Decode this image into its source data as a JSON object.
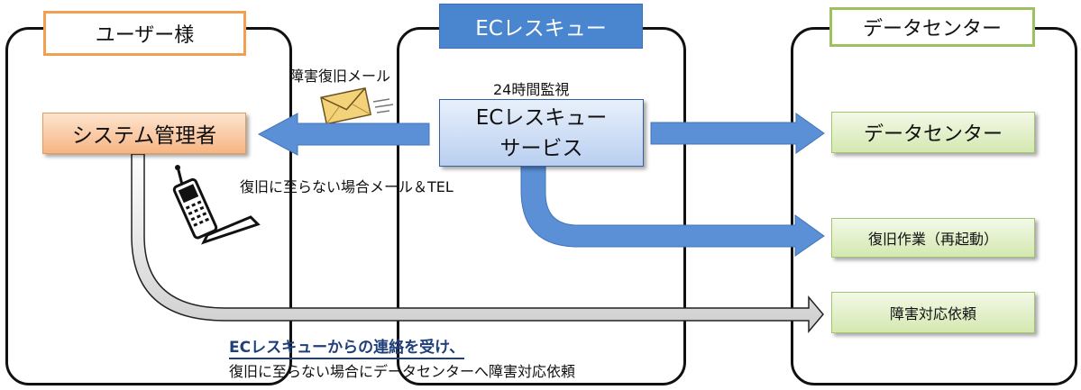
{
  "panels": {
    "user": {
      "label": "ユーザー様"
    },
    "ec": {
      "label": "ECレスキュー"
    },
    "dc": {
      "label": "データセンター"
    }
  },
  "nodes": {
    "sysadmin": "システム管理者",
    "service_line1": "ECレスキュー",
    "service_line2": "サービス",
    "datacenter": "データセンター",
    "recovery": "復旧作業（再起動）",
    "failure_request": "障害対応依頼"
  },
  "labels": {
    "recovery_mail": "障害復旧メール",
    "monitoring": "24時間監視",
    "mail_tel": "復旧に至らない場合メール＆TEL",
    "note_line1": "ECレスキューからの連絡を受け、",
    "note_line2": "復旧に至らない場合にデータセンターへ障害対応依頼"
  },
  "colors": {
    "arrow_blue": "#5b8fd6",
    "ec_tag": "#4a86d0",
    "user_tag_border": "#f0a050",
    "dc_tag_border": "#9dc060",
    "note_accent": "#1f3f7a"
  },
  "icons": [
    "envelope-icon",
    "mobile-phone-icon"
  ]
}
